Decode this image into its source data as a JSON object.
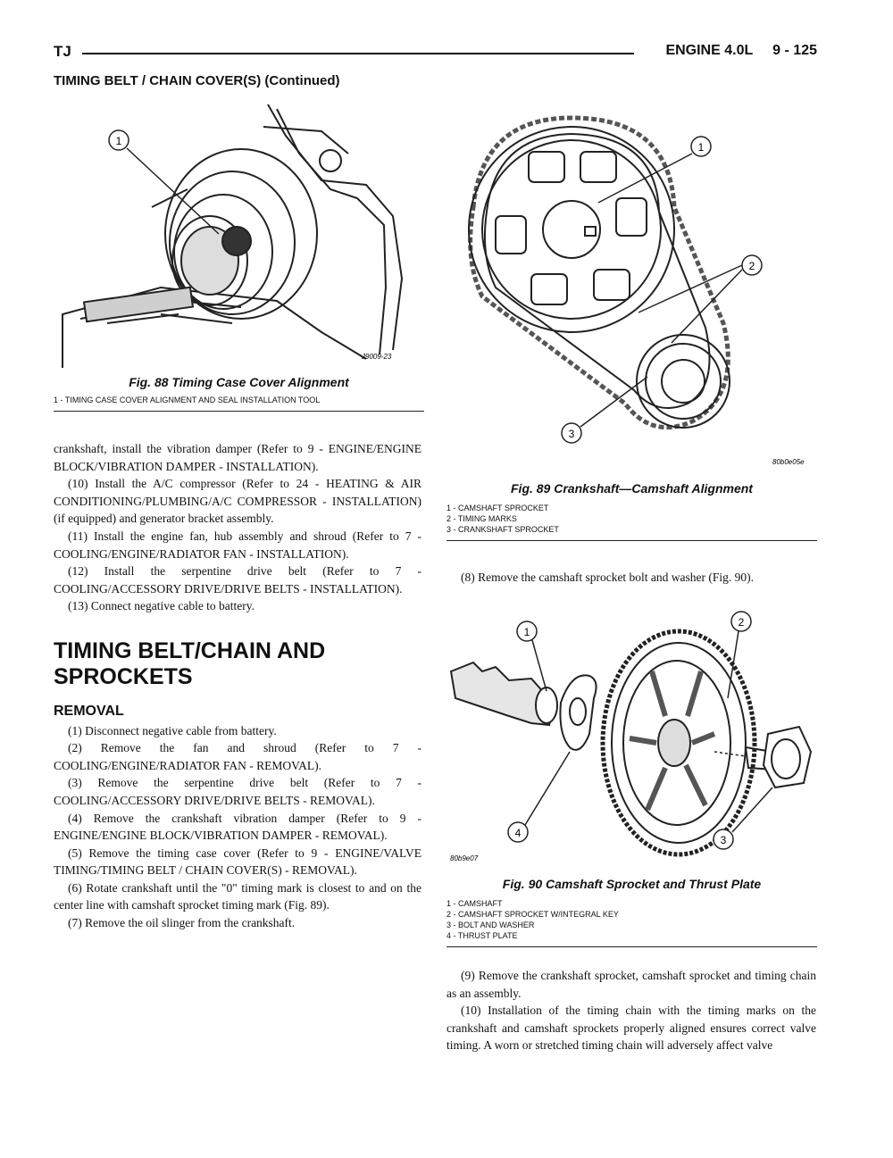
{
  "header": {
    "left": "TJ",
    "right": "ENGINE 4.0L     9 - 125"
  },
  "running_title": "TIMING BELT / CHAIN COVER(S) (Continued)",
  "fig88": {
    "caption": "Fig. 88 Timing Case Cover Alignment",
    "legend": [
      "1 - TIMING CASE COVER ALIGNMENT AND SEAL INSTALLATION TOOL"
    ],
    "callouts": [
      "1"
    ],
    "image_id": "J9009-23"
  },
  "fig89": {
    "caption": "Fig. 89 Crankshaft—Camshaft Alignment",
    "legend": [
      "1 - CAMSHAFT SPROCKET",
      "2 - TIMING MARKS",
      "3 - CRANKSHAFT SPROCKET"
    ],
    "callouts": [
      "1",
      "2",
      "3"
    ],
    "image_id": "80b0e05e"
  },
  "fig90": {
    "caption": "Fig. 90 Camshaft Sprocket and Thrust Plate",
    "legend": [
      "1 - CAMSHAFT",
      "2 - CAMSHAFT SPROCKET W/INTEGRAL KEY",
      "3 - BOLT AND WASHER",
      "4 - THRUST PLATE"
    ],
    "callouts": [
      "1",
      "2",
      "3",
      "4"
    ],
    "image_id": "80b9e07"
  },
  "left_col": {
    "p1": "crankshaft, install the vibration damper (Refer to 9 - ENGINE/ENGINE BLOCK/VIBRATION DAMPER - INSTALLATION).",
    "p2": "(10) Install the A/C compressor (Refer to 24 - HEATING & AIR CONDITIONING/PLUMBING/A/C COMPRESSOR - INSTALLATION) (if equipped) and generator bracket assembly.",
    "p3": "(11) Install the engine fan, hub assembly and shroud (Refer to 7 - COOLING/ENGINE/RADIATOR FAN - INSTALLATION).",
    "p4": "(12) Install the serpentine drive belt (Refer to 7 - COOLING/ACCESSORY DRIVE/DRIVE BELTS - INSTALLATION).",
    "p5": "(13) Connect negative cable to battery.",
    "section_title": "TIMING BELT/CHAIN AND SPROCKETS",
    "subsection": "REMOVAL",
    "steps": [
      "(1) Disconnect negative cable from battery.",
      "(2) Remove the fan and shroud (Refer to 7 - COOLING/ENGINE/RADIATOR FAN - REMOVAL).",
      "(3) Remove the serpentine drive belt (Refer to 7 - COOLING/ACCESSORY DRIVE/DRIVE BELTS - REMOVAL).",
      "(4) Remove the crankshaft vibration damper (Refer to 9 - ENGINE/ENGINE BLOCK/VIBRATION DAMPER - REMOVAL).",
      "(5) Remove the timing case cover (Refer to 9 - ENGINE/VALVE TIMING/TIMING BELT / CHAIN COVER(S) - REMOVAL).",
      "(6) Rotate crankshaft until the \"0\" timing mark is closest to and on the center line with camshaft sprocket timing mark (Fig. 89).",
      "(7) Remove the oil slinger from the crankshaft."
    ]
  },
  "right_col": {
    "step8": "(8) Remove the camshaft sprocket bolt and washer (Fig. 90).",
    "step9": "(9) Remove the crankshaft sprocket, camshaft sprocket and timing chain as an assembly.",
    "step10": "(10) Installation of the timing chain with the timing marks on the crankshaft and camshaft sprockets properly aligned ensures correct valve timing. A worn or stretched timing chain will adversely affect valve"
  }
}
